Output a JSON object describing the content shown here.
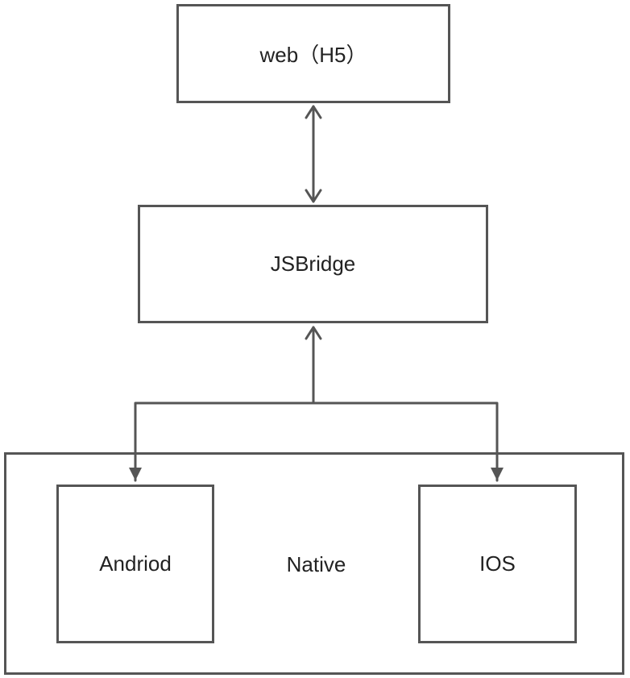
{
  "nodes": {
    "web": "web（H5）",
    "jsbridge": "JSBridge",
    "native": "Native",
    "android": "Andriod",
    "ios": "IOS"
  },
  "colors": {
    "stroke": "#555555",
    "text": "#222222",
    "background": "#ffffff"
  },
  "edges": [
    {
      "from": "web",
      "to": "jsbridge",
      "direction": "bidirectional"
    },
    {
      "from": "native-split",
      "to": "jsbridge",
      "direction": "forward"
    },
    {
      "from": "native-split",
      "to": "android",
      "direction": "forward"
    },
    {
      "from": "native-split",
      "to": "ios",
      "direction": "forward"
    }
  ]
}
